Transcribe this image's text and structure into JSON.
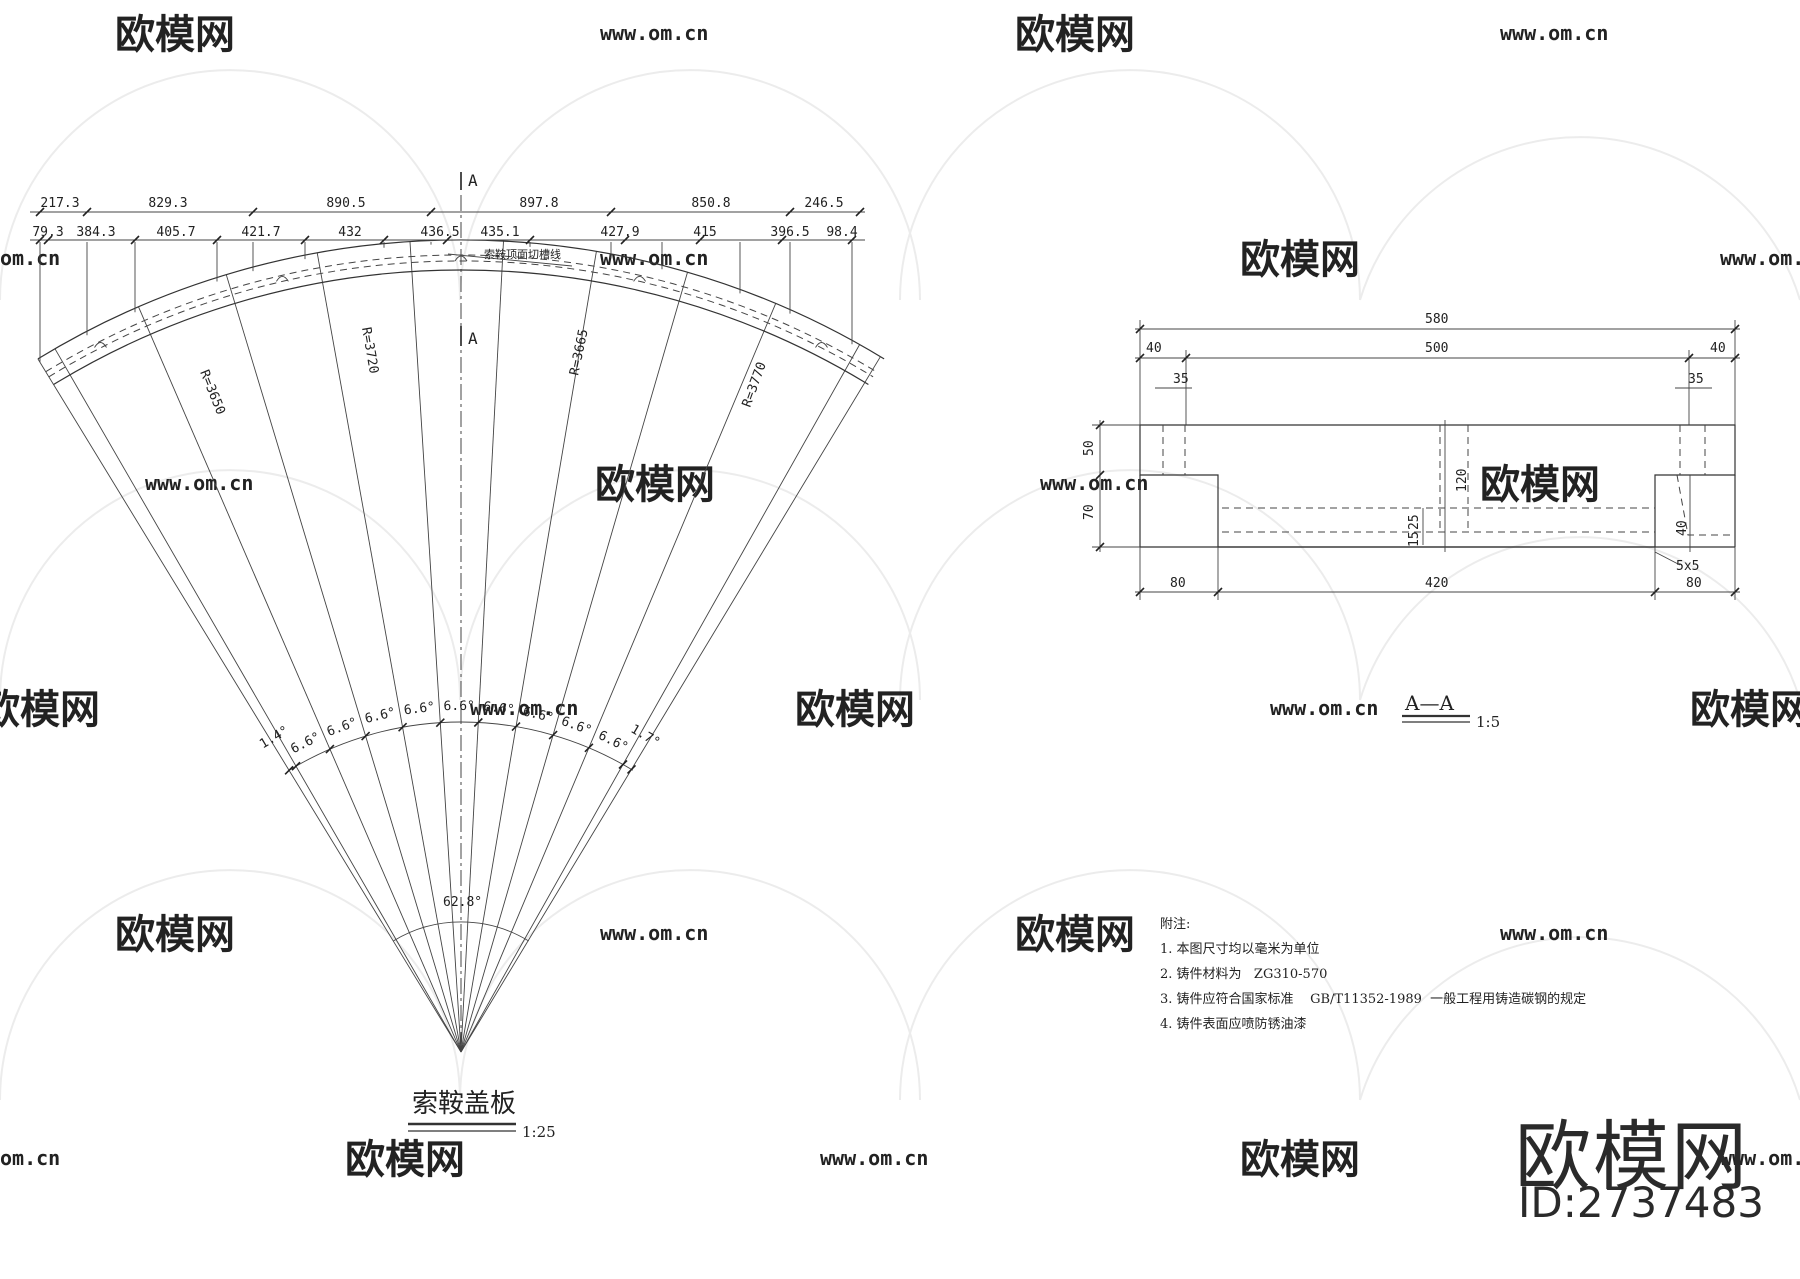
{
  "watermark": {
    "brand": "欧模网",
    "site": "www.om.cn",
    "site_short": "om.cn"
  },
  "brand": {
    "name": "欧模网",
    "id": "ID:2737483"
  },
  "plan": {
    "title": "索鞍盖板",
    "scale": "1:25",
    "section_mark": "A",
    "callout": "索鞍顶面切槽线",
    "top_dims": [
      "217.3",
      "829.3",
      "890.5",
      "897.8",
      "850.8",
      "246.5"
    ],
    "sub_dims": [
      "79.3",
      "384.3",
      "405.7",
      "421.7",
      "432",
      "436.5",
      "435.1",
      "427.9",
      "415",
      "396.5",
      "98.4"
    ],
    "radii": [
      "R=3650",
      "R=3720",
      "R=3665",
      "R=3770"
    ],
    "angles": [
      "1.4°",
      "6.6°",
      "6.6°",
      "6.6°",
      "6.6°",
      "6.6°",
      "6.6°",
      "6.6°",
      "6.6°",
      "6.6°",
      "1.7°"
    ],
    "total_angle": "62.8°"
  },
  "section": {
    "title": "A—A",
    "scale": "1:5",
    "dims": {
      "total": "580",
      "left": "40",
      "mid": "500",
      "right": "40",
      "hole_l": "35",
      "hole_r": "35",
      "h_top": "50",
      "h_bot": "70",
      "h_inner": "120",
      "v_25": "25",
      "v_15": "15",
      "v_40": "40",
      "chamfer": "5x5",
      "b_left": "80",
      "b_mid": "420",
      "b_right": "80"
    }
  },
  "notes": {
    "heading": "附注:",
    "items": [
      "1. 本图尺寸均以毫米为单位",
      "2. 铸件材料为   ZG310-570",
      "3. 铸件应符合国家标准    GB/T11352-1989  一般工程用铸造碳钢的规定",
      "4. 铸件表面应喷防锈油漆"
    ]
  }
}
